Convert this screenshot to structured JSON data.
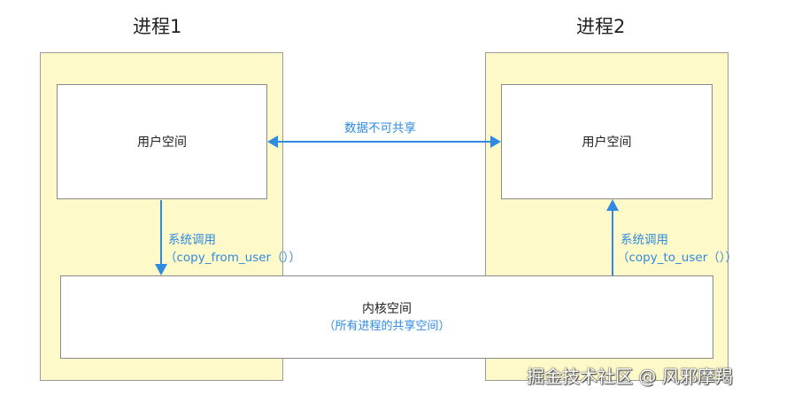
{
  "process1": {
    "title": "进程1",
    "user_space": "用户空间"
  },
  "process2": {
    "title": "进程2",
    "user_space": "用户空间"
  },
  "shared_arrow": {
    "label": "数据不可共享"
  },
  "syscall_down": {
    "line1": "系统调用",
    "line2": "（copy_from_user（））"
  },
  "syscall_up": {
    "line1": "系统调用",
    "line2": "（copy_to_user（））"
  },
  "kernel": {
    "title": "内核空间",
    "subtitle": "（所有进程的共享空间）"
  },
  "watermark": "掘金技术社区 @ 风邪摩羯",
  "colors": {
    "process_fill": "#fdf9c8",
    "arrow": "#2f8be0",
    "box_border": "#8a8a8a"
  }
}
